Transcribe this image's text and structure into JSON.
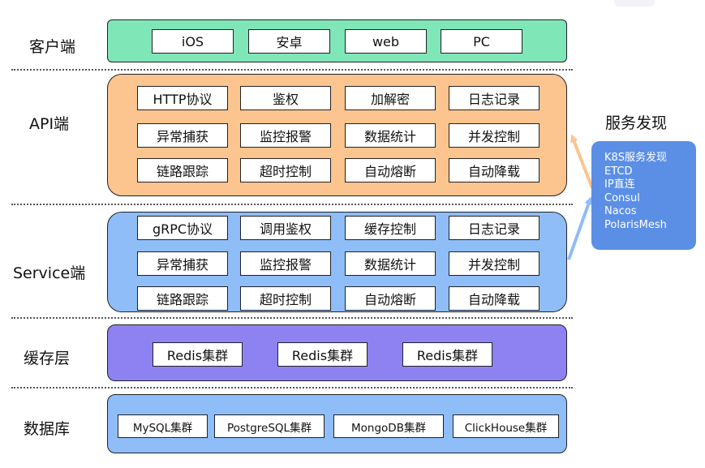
{
  "layers": {
    "client": {
      "label": "客户端",
      "color": "#7fe6b8",
      "items": [
        "iOS",
        "安卓",
        "web",
        "PC"
      ]
    },
    "api": {
      "label": "API端",
      "color": "#fcc48f",
      "rows": [
        [
          "HTTP协议",
          "鉴权",
          "加解密",
          "日志记录"
        ],
        [
          "异常捕获",
          "监控报警",
          "数据统计",
          "并发控制"
        ],
        [
          "链路跟踪",
          "超时控制",
          "自动熔断",
          "自动降载"
        ]
      ]
    },
    "service": {
      "label": "Service端",
      "color": "#8ebdf7",
      "rows": [
        [
          "gRPC协议",
          "调用鉴权",
          "缓存控制",
          "日志记录"
        ],
        [
          "异常捕获",
          "监控报警",
          "数据统计",
          "并发控制"
        ],
        [
          "链路跟踪",
          "超时控制",
          "自动熔断",
          "自动降载"
        ]
      ]
    },
    "cache": {
      "label": "缓存层",
      "color": "#8e82f2",
      "items": [
        "Redis集群",
        "Redis集群",
        "Redis集群"
      ]
    },
    "database": {
      "label": "数据库",
      "color": "#8ebdf7",
      "items": [
        "MySQL集群",
        "PostgreSQL集群",
        "MongoDB集群",
        "ClickHouse集群"
      ]
    }
  },
  "service_discovery": {
    "title": "服务发现",
    "color": "#5b8fe6",
    "items": [
      "K8S服务发现",
      "ETCD",
      "IP直连",
      "Consul",
      "Nacos",
      "PolarisMesh"
    ]
  },
  "arrows": {
    "to_api_color": "#fcc48f",
    "to_service_color": "#8ebdf7"
  }
}
